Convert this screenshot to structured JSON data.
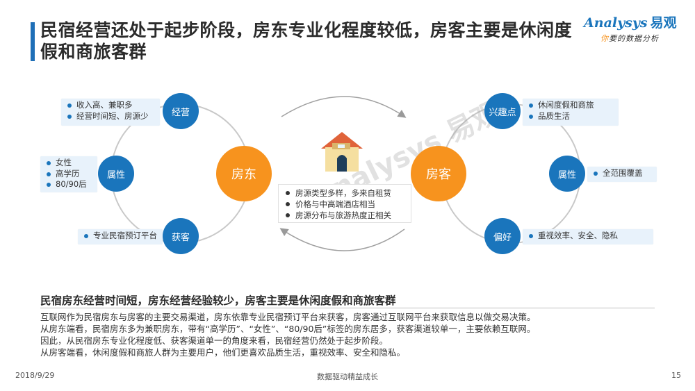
{
  "title": "民宿经营还处于起步阶段，房东专业化程度较低，房客主要是休闲度假和商旅客群",
  "logo": {
    "brand": "nalysys",
    "brand_lead": "A",
    "brand_cn": "易观",
    "tagline_hi": "你",
    "tagline": "要的数据分析"
  },
  "left": {
    "center": "房东",
    "nodes": [
      {
        "label": "经营",
        "items": [
          "收入高、兼职多",
          "经营时间短、房源少"
        ]
      },
      {
        "label": "属性",
        "items": [
          "女性",
          "高学历",
          "80/90后"
        ]
      },
      {
        "label": "获客",
        "items": [
          "专业民宿预订平台"
        ]
      }
    ]
  },
  "right": {
    "center": "房客",
    "nodes": [
      {
        "label": "兴趣点",
        "items": [
          "休闲度假和商旅",
          "品质生活"
        ]
      },
      {
        "label": "属性",
        "items": [
          "全范围覆盖"
        ]
      },
      {
        "label": "偏好",
        "items": [
          "重视效率、安全、隐私"
        ]
      }
    ]
  },
  "middle": {
    "icon": "house-icon",
    "items": [
      "房源类型多样，多来自租赁",
      "价格与中高端酒店相当",
      "房源分布与旅游热度正相关"
    ]
  },
  "summary": {
    "heading": "民宿房东经营时间短，房东经营经验较少，房客主要是休闲度假和商旅客群",
    "lines": [
      "互联网作为民宿房东与房客的主要交易渠道，房东依靠专业民宿预订平台来获客，房客通过互联网平台来获取信息以做交易决策。",
      "从房东端看，民宿房东多为兼职房东，带有“高学历”、“女性”、“80/90后”标签的房东居多，获客渠道较单一，主要依赖互联网。",
      "因此，从民宿房东专业化程度低、获客渠道单一的角度来看，民宿经营仍然处于起步阶段。",
      "从房客端看，休闲度假和商旅人群为主要用户，他们更喜欢品质生活，重视效率、安全和隐私。"
    ]
  },
  "footer": {
    "date": "2018/9/29",
    "slogan": "数据驱动精益成长",
    "page": "15"
  },
  "colors": {
    "accent_blue": "#1a75bc",
    "accent_orange": "#f7931e",
    "box_bg": "#e8f2fb"
  }
}
